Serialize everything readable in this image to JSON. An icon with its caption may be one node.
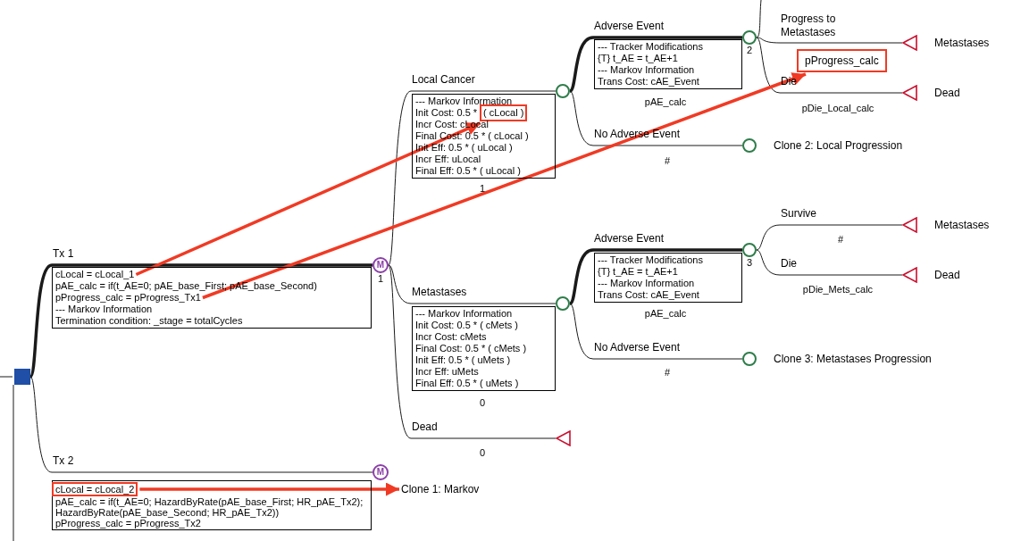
{
  "diagram": {
    "nodes": [
      {
        "text": [],
        "shape": "box"
      },
      {
        "text": [
          "M"
        ],
        "beside": [
          "1"
        ]
      },
      {
        "text": [
          "pAE_calc = if(t_AE=0; pAE_base_First; pAE_base_Second)",
          "--- Markov Information",
          "Termination condition: _stage = totalCycles"
        ]
      },
      {
        "text": [
          "cLocal = cLocal_1"
        ],
        "in": 2
      },
      {
        "text": [
          "pProgress_calc = pProgress_Tx1"
        ],
        "in": 2
      },
      {
        "text": [
          "M"
        ]
      },
      {
        "text": [
          "pAE_calc = if(t_AE=0; HazardByRate(pAE_base_First; HR_pAE_Tx2); HazardByRate(pAE_base_Second; HR_pAE_Tx2))",
          "pProgress_calc = pProgress_Tx2"
        ]
      },
      {
        "text": [
          "cLocal = cLocal_2"
        ],
        "in": 6
      },
      {
        "text": [
          "Clone 1: Markov"
        ]
      },
      {
        "text": [],
        "shape": "circle"
      },
      {
        "text": [
          "--- Markov Information",
          "Init Cost: 0.5 *",
          "Incr Cost: cLocal",
          "Final Cost: 0.5 * ( cLocal )",
          "Init Eff: 0.5 * ( uLocal )",
          "Incr Eff: uLocal",
          "Final Eff: 0.5 * ( uLocal )"
        ]
      },
      {
        "text": [
          "( cLocal )"
        ],
        "in": 10
      },
      {
        "text": [],
        "shape": "circle"
      },
      {
        "text": [
          "--- Markov Information",
          "Init Cost: 0.5 * ( cMets )",
          "Incr Cost: cMets",
          "Final Cost: 0.5 * ( cMets )",
          "Init Eff: 0.5 * ( uMets )",
          "Incr Eff: uMets",
          "Final Eff: 0.5 * ( uMets )"
        ]
      },
      {
        "text": [],
        "shape": "triangle"
      },
      {
        "text": [],
        "shape": "circle",
        "beside": [
          "2"
        ]
      },
      {
        "text": [
          "--- Tracker Modifications",
          "{T} t_AE = t_AE+1",
          "--- Markov Information",
          "Trans Cost: cAE_Event"
        ]
      },
      {
        "text": [],
        "shape": "circle",
        "beside": [
          "Clone 2: Local Progression"
        ]
      },
      {
        "text": [],
        "shape": "triangle",
        "beside": [
          "Metastases"
        ]
      },
      {
        "text": [
          "pProgress_calc"
        ]
      },
      {
        "text": [],
        "shape": "triangle",
        "beside": [
          "Dead"
        ]
      },
      {
        "text": [],
        "shape": "circle",
        "beside": [
          "3"
        ]
      },
      {
        "text": [
          "--- Tracker Modifications",
          "{T} t_AE = t_AE+1",
          "--- Markov Information",
          "Trans Cost: cAE_Event"
        ]
      },
      {
        "text": [],
        "shape": "circle",
        "beside": [
          "Clone 3: Metastases Progression"
        ]
      },
      {
        "text": [],
        "shape": "triangle",
        "beside": [
          "Metastases"
        ]
      },
      {
        "text": [],
        "shape": "triangle",
        "beside": [
          "Dead"
        ]
      }
    ],
    "edges": [
      {
        "from": 0,
        "to": 1,
        "arrow": "none",
        "label": "Tx 1",
        "style": "thick"
      },
      {
        "from": 0,
        "to": 5,
        "arrow": "none",
        "label": "Tx 2"
      },
      {
        "from": 1,
        "to": 9,
        "arrow": "none",
        "label": "Local Cancer"
      },
      {
        "from": 1,
        "to": 12,
        "arrow": "none",
        "label": "Metastases"
      },
      {
        "from": 1,
        "to": 14,
        "arrow": "none",
        "label": "Dead"
      },
      {
        "from": 9,
        "to": 15,
        "arrow": "none",
        "label": "Adverse Event",
        "style": "thick"
      },
      {
        "from": 9,
        "to": 17,
        "arrow": "none",
        "label": "No Adverse Event"
      },
      {
        "from": 15,
        "to": 18,
        "arrow": "none",
        "label": "Progress to Metastases"
      },
      {
        "from": 15,
        "to": 20,
        "arrow": "none",
        "label": "Die"
      },
      {
        "from": 12,
        "to": 21,
        "arrow": "none",
        "label": "Adverse Event",
        "style": "thick"
      },
      {
        "from": 12,
        "to": 23,
        "arrow": "none",
        "label": "No Adverse Event"
      },
      {
        "from": 21,
        "to": 24,
        "arrow": "none",
        "label": "Survive"
      },
      {
        "from": 21,
        "to": 25,
        "arrow": "none",
        "label": "Die"
      },
      {
        "from": 3,
        "to": 11,
        "arrow": "to",
        "style": "thick",
        "color": "#f03a24"
      },
      {
        "from": 4,
        "to": 19,
        "arrow": "to",
        "style": "thick",
        "color": "#f03a24"
      },
      {
        "from": 7,
        "to": 8,
        "arrow": "to",
        "style": "thick",
        "color": "#f03a24"
      },
      {
        "from": null,
        "to": 0,
        "arrow": "none"
      }
    ],
    "labels": [
      "pAE_calc",
      "pDie_Local_calc",
      "#",
      "1",
      "#",
      "pDie_Mets_calc",
      "pAE_calc",
      "#",
      "0",
      "0"
    ]
  }
}
